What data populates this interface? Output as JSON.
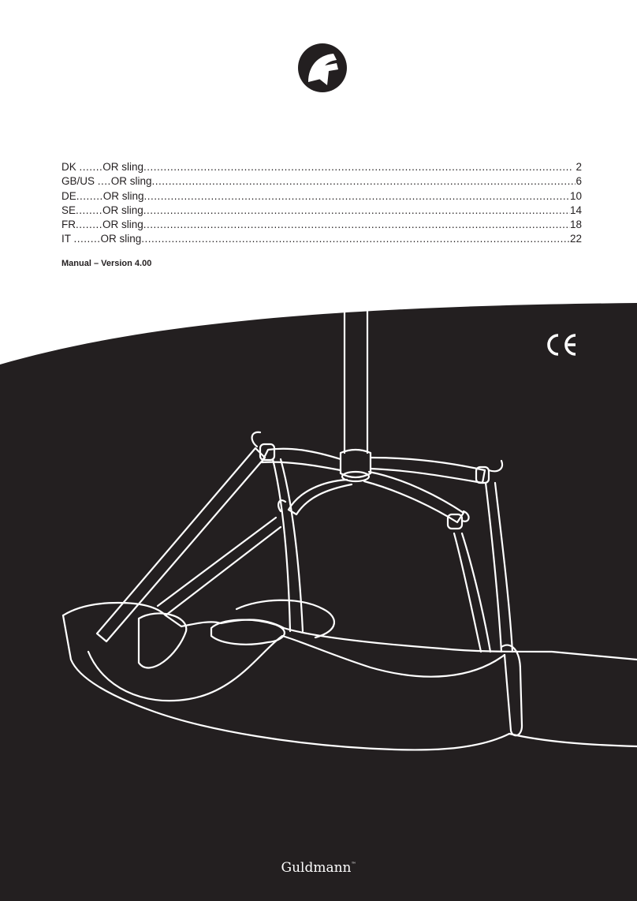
{
  "toc": [
    {
      "lang": "DK ",
      "dots1": ".......",
      "title": "OR sling",
      "page": "2"
    },
    {
      "lang": "GB/US ",
      "dots1": "....",
      "title": "OR sling",
      "page": "6"
    },
    {
      "lang": "DE",
      "dots1": "........",
      "title": "OR sling",
      "page": "10"
    },
    {
      "lang": "SE",
      "dots1": "........",
      "title": "OR sling",
      "page": "14"
    },
    {
      "lang": "FR",
      "dots1": "........",
      "title": "OR sling",
      "page": "18"
    },
    {
      "lang": "IT ",
      "dots1": "........",
      "title": "OR sling",
      "page": "22"
    }
  ],
  "version": "Manual – Version 4.00",
  "brand": {
    "name": "Guldmann",
    "tm": "™"
  },
  "ce_mark": "CE",
  "colors": {
    "cover_black": "#231f20",
    "line_white": "#ffffff"
  }
}
